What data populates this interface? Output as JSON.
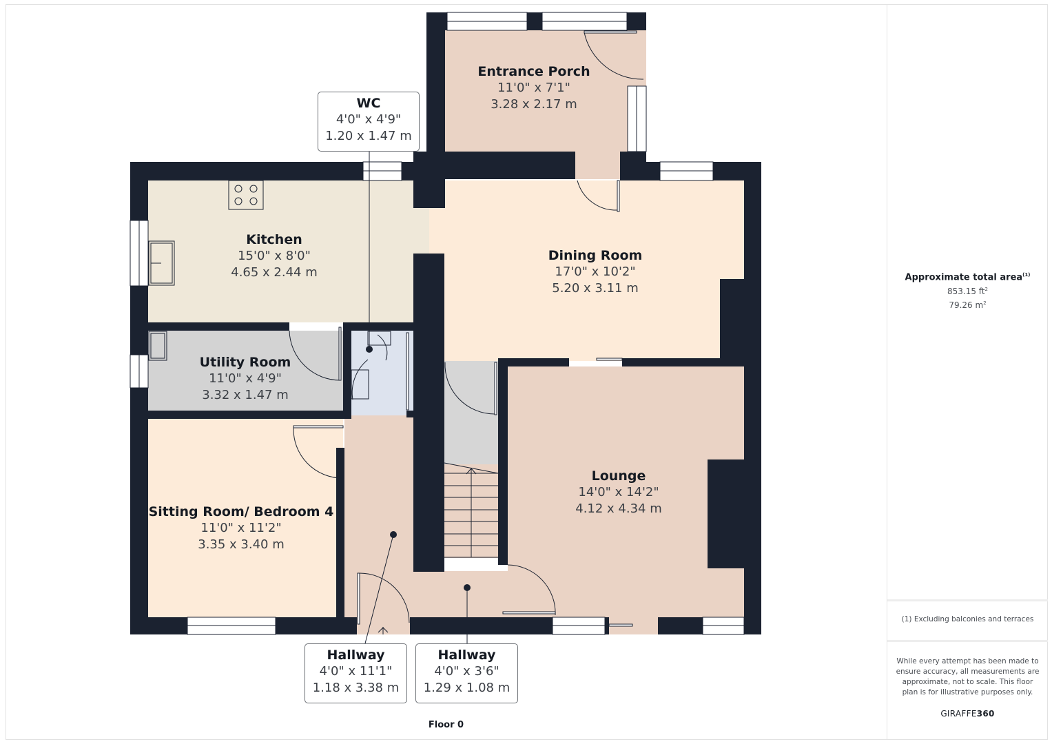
{
  "floor": {
    "label": "Floor 0"
  },
  "colors": {
    "wall": "#1b2230",
    "porch": "#ead3c5",
    "kitchen": "#efe8d9",
    "dining": "#fdebd9",
    "utility": "#d3d3d3",
    "wc": "#dde3ee",
    "hallway": "#ead3c5",
    "lounge": "#ead3c5",
    "sitting": "#fdebd9",
    "stairs": "#d6d6d6",
    "window": "#ffffff"
  },
  "rooms": [
    {
      "id": "entrance-porch",
      "name": "Entrance Porch",
      "imperial": "11'0\" x 7'1\"",
      "metric": "3.28 x 2.17 m"
    },
    {
      "id": "wc",
      "name": "WC",
      "imperial": "4'0\" x 4'9\"",
      "metric": "1.20 x 1.47 m"
    },
    {
      "id": "kitchen",
      "name": "Kitchen",
      "imperial": "15'0\" x 8'0\"",
      "metric": "4.65 x 2.44 m"
    },
    {
      "id": "dining-room",
      "name": "Dining Room",
      "imperial": "17'0\" x 10'2\"",
      "metric": "5.20 x 3.11 m"
    },
    {
      "id": "utility-room",
      "name": "Utility Room",
      "imperial": "11'0\" x 4'9\"",
      "metric": "3.32 x 1.47 m"
    },
    {
      "id": "lounge",
      "name": "Lounge",
      "imperial": "14'0\" x 14'2\"",
      "metric": "4.12 x 4.34 m"
    },
    {
      "id": "sitting-room",
      "name": "Sitting Room/ Bedroom 4",
      "imperial": "11'0\" x 11'2\"",
      "metric": "3.35 x 3.40 m"
    },
    {
      "id": "hallway-1",
      "name": "Hallway",
      "imperial": "4'0\" x 11'1\"",
      "metric": "1.18 x 3.38 m"
    },
    {
      "id": "hallway-2",
      "name": "Hallway",
      "imperial": "4'0\" x 3'6\"",
      "metric": "1.29 x 1.08 m"
    }
  ],
  "summary": {
    "title": "Approximate total area",
    "title_footnote": "(1)",
    "area_ft": "853.15 ft",
    "area_m": "79.26 m",
    "unit_exp": "2",
    "footnote": "(1) Excluding balconies and terraces",
    "disclaimer": "While every attempt has been made to ensure accuracy, all measurements are approximate, not to scale. This floor plan is for illustrative purposes only.",
    "brand_light": "GIRAFFE",
    "brand_bold": "360"
  }
}
